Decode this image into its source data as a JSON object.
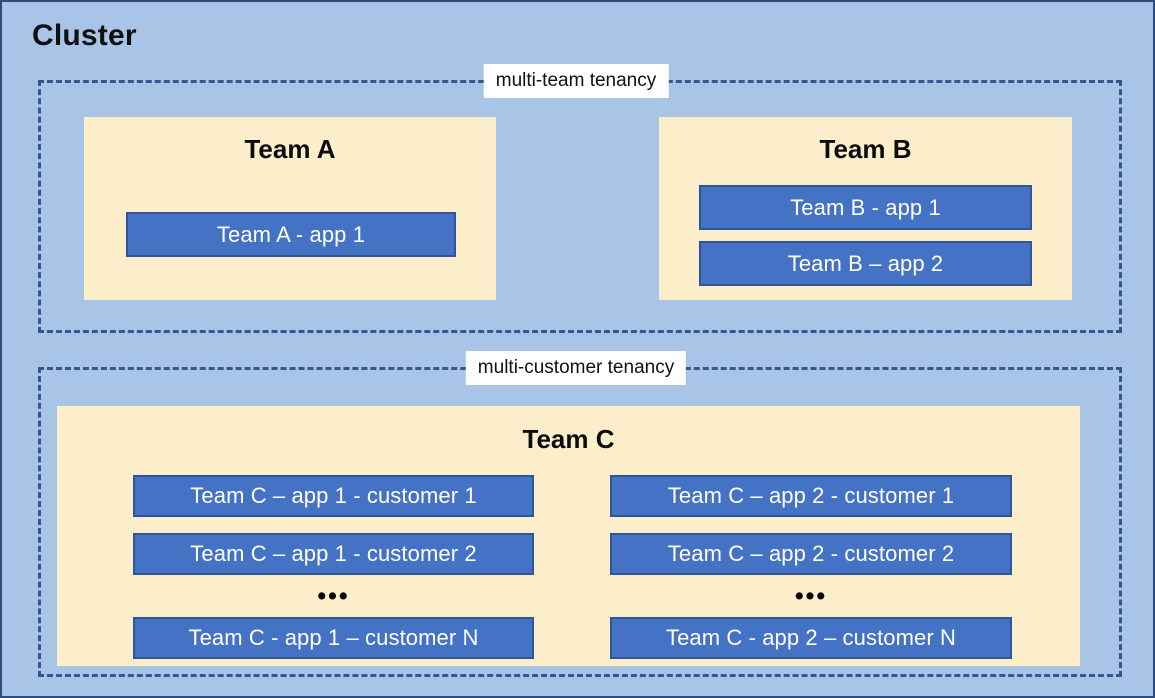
{
  "diagram": {
    "title": "Cluster",
    "colors": {
      "background": "#a8c5e8",
      "outer_border": "#2f4a7c",
      "tenancy_border": "#37558f",
      "team_box_fill": "#fceeca",
      "app_chip_fill": "#4472c4",
      "app_chip_border": "#2f5597",
      "app_chip_text": "#ffffff",
      "label_background": "#ffffff",
      "title_text": "#101010"
    },
    "tenancies": [
      {
        "id": "multi-team",
        "label": "multi-team tenancy",
        "teams": [
          {
            "id": "team-a",
            "title": "Team A",
            "apps": [
              {
                "id": "team-a-app-1",
                "label": "Team A - app 1"
              }
            ]
          },
          {
            "id": "team-b",
            "title": "Team B",
            "apps": [
              {
                "id": "team-b-app-1",
                "label": "Team B - app 1"
              },
              {
                "id": "team-b-app-2",
                "label": "Team B – app 2"
              }
            ]
          }
        ]
      },
      {
        "id": "multi-customer",
        "label": "multi-customer tenancy",
        "teams": [
          {
            "id": "team-c",
            "title": "Team C",
            "columns": [
              {
                "id": "team-c-app-1",
                "ellipsis": "•••",
                "apps": [
                  {
                    "id": "team-c-app-1-customer-1",
                    "label": "Team C – app 1 - customer 1"
                  },
                  {
                    "id": "team-c-app-1-customer-2",
                    "label": "Team C – app 1 - customer 2"
                  },
                  {
                    "id": "team-c-app-1-customer-n",
                    "label": "Team C - app 1 – customer N"
                  }
                ]
              },
              {
                "id": "team-c-app-2",
                "ellipsis": "•••",
                "apps": [
                  {
                    "id": "team-c-app-2-customer-1",
                    "label": "Team C – app 2 - customer 1"
                  },
                  {
                    "id": "team-c-app-2-customer-2",
                    "label": "Team C – app 2 - customer 2"
                  },
                  {
                    "id": "team-c-app-2-customer-n",
                    "label": "Team C - app 2 – customer N"
                  }
                ]
              }
            ]
          }
        ]
      }
    ]
  }
}
